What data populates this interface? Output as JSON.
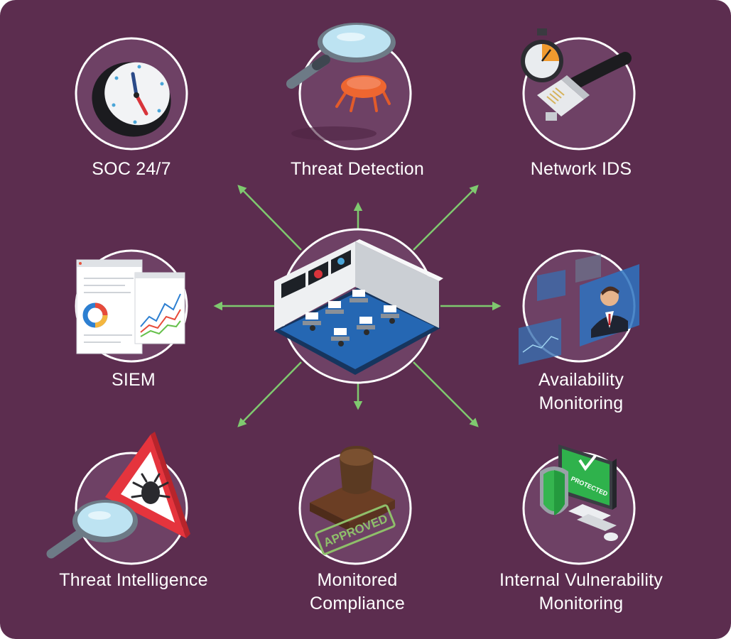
{
  "colors": {
    "background": "#5c2d4f",
    "circle_fill": "#6e4165",
    "circle_stroke": "#ffffff",
    "arrow": "#7fc96f",
    "label_text": "#ffffff"
  },
  "center": {
    "icon": "security-operations-center-room-icon"
  },
  "services": {
    "soc": {
      "label": "SOC 24/7",
      "icon": "wall-clock-icon"
    },
    "threat_detection": {
      "label": "Threat Detection",
      "icon": "magnifier-bug-icon"
    },
    "network_ids": {
      "label": "Network IDS",
      "icon": "stopwatch-ethernet-icon"
    },
    "siem": {
      "label": "SIEM",
      "icon": "analytics-reports-icon"
    },
    "availability": {
      "line1": "Availability",
      "line2": "Monitoring",
      "icon": "dashboard-screens-icon"
    },
    "threat_intelligence": {
      "label": "Threat Intelligence",
      "icon": "warning-bug-magnifier-icon"
    },
    "compliance": {
      "line1": "Monitored",
      "line2": "Compliance",
      "icon": "approved-stamp-icon"
    },
    "stamp_text": "APPROVED",
    "vulnerability": {
      "line1": "Internal Vulnerability",
      "line2": "Monitoring",
      "icon": "shield-protected-computer-icon"
    },
    "protected_text": "PROTECTED"
  }
}
